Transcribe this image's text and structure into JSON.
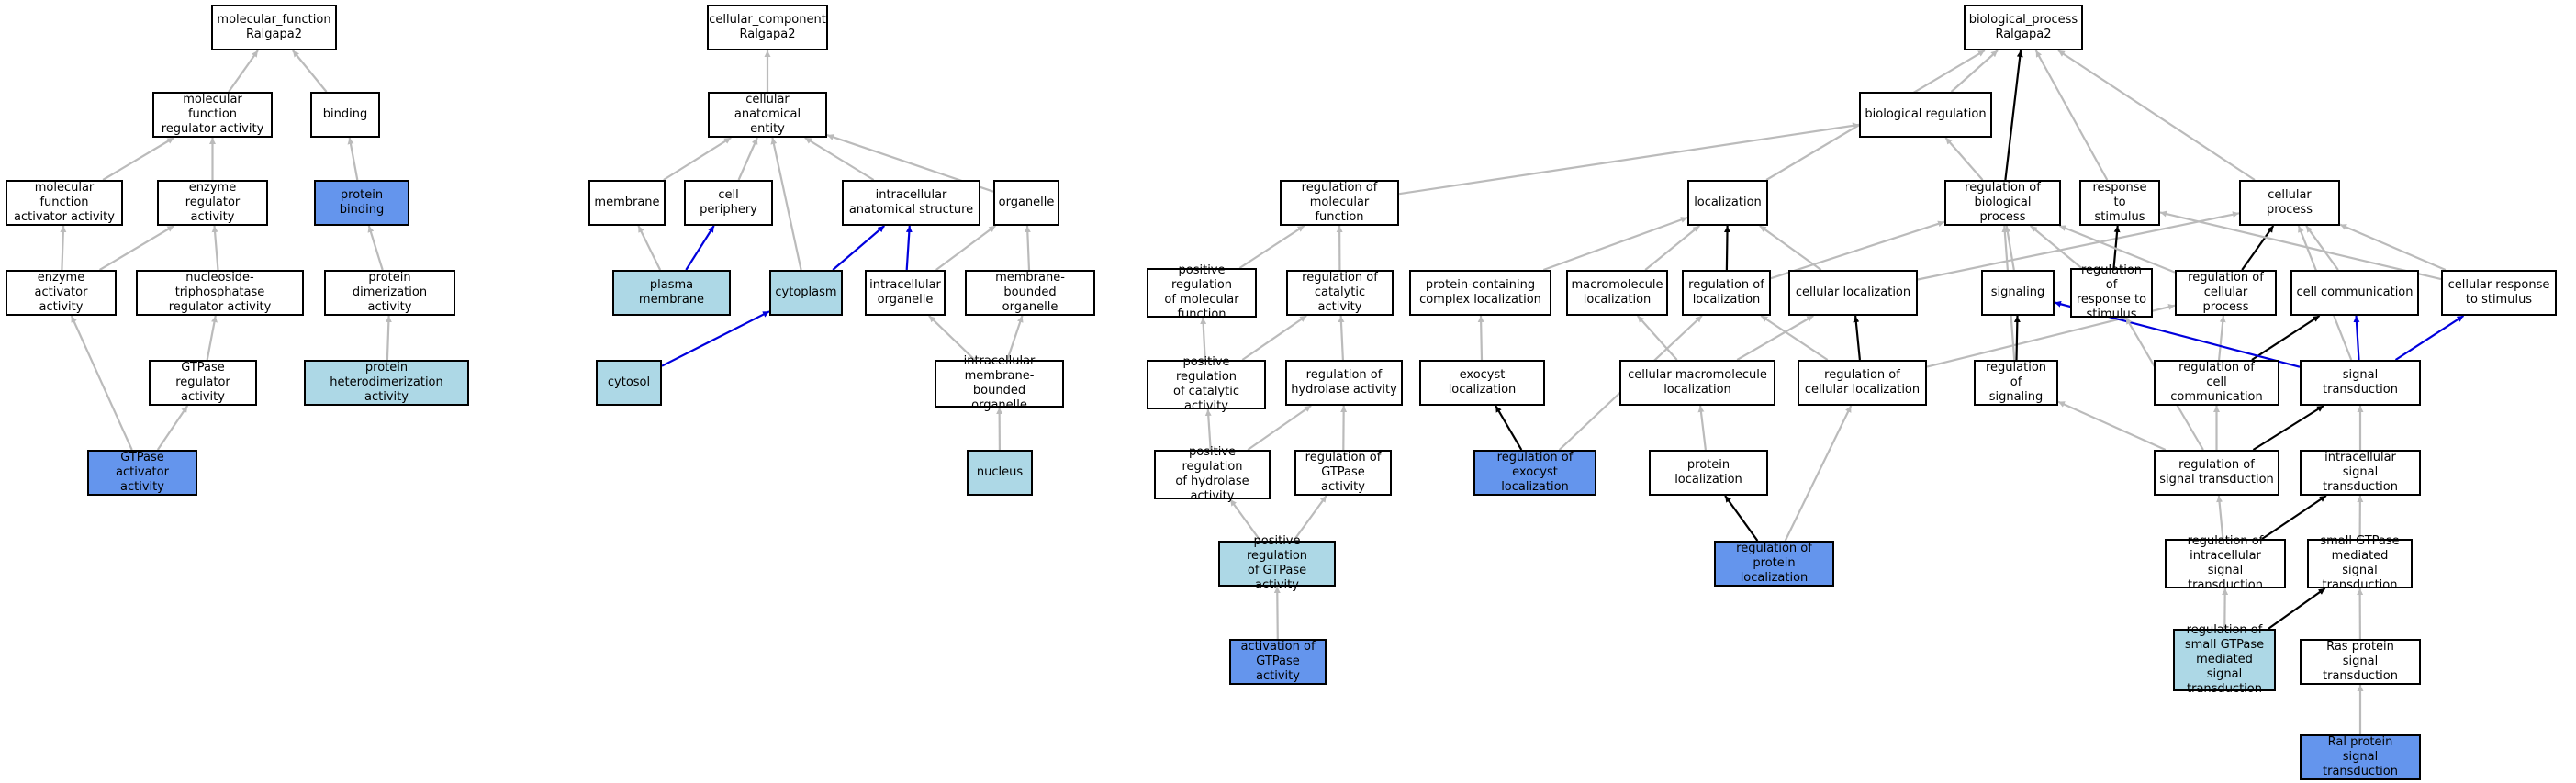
{
  "colors": {
    "white": "#ffffff",
    "dark": "#6495ed",
    "light": "#add8e6",
    "edge_gray": "#bbbbbb",
    "edge_black": "#000000",
    "edge_blue": "#0000dd"
  },
  "nodes": {
    "mf_root": {
      "label": "molecular_function\nRalgapa2",
      "fill": "white"
    },
    "mf_reg": {
      "label": "molecular function\nregulator activity",
      "fill": "white"
    },
    "binding": {
      "label": "binding",
      "fill": "white"
    },
    "mf_act": {
      "label": "molecular function\nactivator activity",
      "fill": "white"
    },
    "enz_reg": {
      "label": "enzyme regulator\nactivity",
      "fill": "white"
    },
    "prot_bind": {
      "label": "protein binding",
      "fill": "dark"
    },
    "enz_act": {
      "label": "enzyme activator\nactivity",
      "fill": "white"
    },
    "ntp_reg": {
      "label": "nucleoside-triphosphatase\nregulator activity",
      "fill": "white"
    },
    "prot_dimer": {
      "label": "protein dimerization\nactivity",
      "fill": "white"
    },
    "gtpase_reg": {
      "label": "GTPase regulator\nactivity",
      "fill": "white"
    },
    "prot_hetero": {
      "label": "protein heterodimerization\nactivity",
      "fill": "light"
    },
    "gtpase_act": {
      "label": "GTPase activator\nactivity",
      "fill": "dark"
    },
    "cc_root": {
      "label": "cellular_component\nRalgapa2",
      "fill": "white"
    },
    "cae": {
      "label": "cellular anatomical\nentity",
      "fill": "white"
    },
    "membrane": {
      "label": "membrane",
      "fill": "white"
    },
    "cell_periph": {
      "label": "cell periphery",
      "fill": "white"
    },
    "intra_anat": {
      "label": "intracellular\nanatomical structure",
      "fill": "white"
    },
    "organelle": {
      "label": "organelle",
      "fill": "white"
    },
    "plasma_mem": {
      "label": "plasma membrane",
      "fill": "light"
    },
    "cytoplasm": {
      "label": "cytoplasm",
      "fill": "light"
    },
    "intra_org": {
      "label": "intracellular\norganelle",
      "fill": "white"
    },
    "mem_org": {
      "label": "membrane-bounded\norganelle",
      "fill": "white"
    },
    "cytosol": {
      "label": "cytosol",
      "fill": "light"
    },
    "intra_mem_org": {
      "label": "intracellular\nmembrane-bounded\norganelle",
      "fill": "white"
    },
    "nucleus": {
      "label": "nucleus",
      "fill": "light"
    },
    "bp_root": {
      "label": "biological_process\nRalgapa2",
      "fill": "white"
    },
    "bio_reg": {
      "label": "biological regulation",
      "fill": "white"
    },
    "reg_mf": {
      "label": "regulation of\nmolecular function",
      "fill": "white"
    },
    "localization": {
      "label": "localization",
      "fill": "white"
    },
    "reg_bp": {
      "label": "regulation of\nbiological process",
      "fill": "white"
    },
    "resp_stim": {
      "label": "response to\nstimulus",
      "fill": "white"
    },
    "cell_proc": {
      "label": "cellular process",
      "fill": "white"
    },
    "pos_reg_mf": {
      "label": "positive regulation\nof molecular\nfunction",
      "fill": "white"
    },
    "reg_cat": {
      "label": "regulation of\ncatalytic activity",
      "fill": "white"
    },
    "prot_cx_loc": {
      "label": "protein-containing\ncomplex localization",
      "fill": "white"
    },
    "macro_loc": {
      "label": "macromolecule\nlocalization",
      "fill": "white"
    },
    "reg_loc": {
      "label": "regulation of\nlocalization",
      "fill": "white"
    },
    "cell_loc": {
      "label": "cellular localization",
      "fill": "white"
    },
    "signaling": {
      "label": "signaling",
      "fill": "white"
    },
    "reg_resp": {
      "label": "regulation of\nresponse to\nstimulus",
      "fill": "white"
    },
    "reg_cell_proc": {
      "label": "regulation of\ncellular process",
      "fill": "white"
    },
    "cell_comm": {
      "label": "cell communication",
      "fill": "white"
    },
    "cell_resp": {
      "label": "cellular response\nto stimulus",
      "fill": "white"
    },
    "pos_reg_cat": {
      "label": "positive regulation\nof catalytic\nactivity",
      "fill": "white"
    },
    "reg_hydro": {
      "label": "regulation of\nhydrolase activity",
      "fill": "white"
    },
    "exocyst_loc": {
      "label": "exocyst localization",
      "fill": "white"
    },
    "cell_macro_loc": {
      "label": "cellular macromolecule\nlocalization",
      "fill": "white"
    },
    "reg_cell_loc": {
      "label": "regulation of\ncellular localization",
      "fill": "white"
    },
    "reg_sig": {
      "label": "regulation of\nsignaling",
      "fill": "white"
    },
    "reg_cell_comm": {
      "label": "regulation of\ncell communication",
      "fill": "white"
    },
    "sig_trans": {
      "label": "signal transduction",
      "fill": "white"
    },
    "pos_reg_hydro": {
      "label": "positive regulation\nof hydrolase\nactivity",
      "fill": "white"
    },
    "reg_gtpase": {
      "label": "regulation of\nGTPase activity",
      "fill": "white"
    },
    "reg_exocyst": {
      "label": "regulation of\nexocyst localization",
      "fill": "dark"
    },
    "prot_loc": {
      "label": "protein localization",
      "fill": "white"
    },
    "reg_sig_trans": {
      "label": "regulation of\nsignal transduction",
      "fill": "white"
    },
    "intra_sig": {
      "label": "intracellular\nsignal transduction",
      "fill": "white"
    },
    "pos_reg_gtpase": {
      "label": "positive regulation\nof GTPase activity",
      "fill": "light"
    },
    "reg_prot_loc": {
      "label": "regulation of\nprotein localization",
      "fill": "dark"
    },
    "reg_intra_sig": {
      "label": "regulation of\nintracellular\nsignal transduction",
      "fill": "white"
    },
    "small_gtpase": {
      "label": "small GTPase\nmediated signal\ntransduction",
      "fill": "white"
    },
    "act_gtpase": {
      "label": "activation of\nGTPase activity",
      "fill": "dark"
    },
    "reg_small_gtpase": {
      "label": "regulation of\nsmall GTPase\nmediated signal\ntransduction",
      "fill": "light"
    },
    "ras_sig": {
      "label": "Ras protein\nsignal transduction",
      "fill": "white"
    },
    "ral_sig": {
      "label": "Ral protein\nsignal transduction",
      "fill": "dark"
    }
  },
  "edges": [
    {
      "from": "mf_reg",
      "to": "mf_root",
      "kind": "gray"
    },
    {
      "from": "binding",
      "to": "mf_root",
      "kind": "gray"
    },
    {
      "from": "mf_act",
      "to": "mf_reg",
      "kind": "gray"
    },
    {
      "from": "enz_reg",
      "to": "mf_reg",
      "kind": "gray"
    },
    {
      "from": "prot_bind",
      "to": "binding",
      "kind": "gray"
    },
    {
      "from": "enz_act",
      "to": "mf_act",
      "kind": "gray"
    },
    {
      "from": "enz_act",
      "to": "enz_reg",
      "kind": "gray"
    },
    {
      "from": "ntp_reg",
      "to": "enz_reg",
      "kind": "gray"
    },
    {
      "from": "prot_dimer",
      "to": "prot_bind",
      "kind": "gray"
    },
    {
      "from": "gtpase_reg",
      "to": "ntp_reg",
      "kind": "gray"
    },
    {
      "from": "prot_hetero",
      "to": "prot_dimer",
      "kind": "gray"
    },
    {
      "from": "gtpase_act",
      "to": "enz_act",
      "kind": "gray"
    },
    {
      "from": "gtpase_act",
      "to": "gtpase_reg",
      "kind": "gray"
    },
    {
      "from": "cae",
      "to": "cc_root",
      "kind": "gray"
    },
    {
      "from": "membrane",
      "to": "cae",
      "kind": "gray"
    },
    {
      "from": "cell_periph",
      "to": "cae",
      "kind": "gray"
    },
    {
      "from": "intra_anat",
      "to": "cae",
      "kind": "gray"
    },
    {
      "from": "organelle",
      "to": "cae",
      "kind": "gray"
    },
    {
      "from": "plasma_mem",
      "to": "membrane",
      "kind": "gray"
    },
    {
      "from": "plasma_mem",
      "to": "cell_periph",
      "kind": "blue"
    },
    {
      "from": "cytoplasm",
      "to": "cae",
      "kind": "gray"
    },
    {
      "from": "cytoplasm",
      "to": "intra_anat",
      "kind": "blue"
    },
    {
      "from": "intra_org",
      "to": "intra_anat",
      "kind": "blue"
    },
    {
      "from": "intra_org",
      "to": "organelle",
      "kind": "gray"
    },
    {
      "from": "mem_org",
      "to": "organelle",
      "kind": "gray"
    },
    {
      "from": "cytosol",
      "to": "cytoplasm",
      "kind": "blue"
    },
    {
      "from": "intra_mem_org",
      "to": "intra_org",
      "kind": "gray"
    },
    {
      "from": "intra_mem_org",
      "to": "mem_org",
      "kind": "gray"
    },
    {
      "from": "nucleus",
      "to": "intra_mem_org",
      "kind": "gray"
    },
    {
      "from": "bio_reg",
      "to": "bp_root",
      "kind": "gray"
    },
    {
      "from": "localization",
      "to": "bp_root",
      "kind": "gray"
    },
    {
      "from": "reg_bp",
      "to": "bp_root",
      "kind": "black"
    },
    {
      "from": "reg_bp",
      "to": "bio_reg",
      "kind": "gray"
    },
    {
      "from": "resp_stim",
      "to": "bp_root",
      "kind": "gray"
    },
    {
      "from": "cell_proc",
      "to": "bp_root",
      "kind": "gray"
    },
    {
      "from": "reg_mf",
      "to": "bio_reg",
      "kind": "gray"
    },
    {
      "from": "pos_reg_mf",
      "to": "reg_mf",
      "kind": "gray"
    },
    {
      "from": "reg_cat",
      "to": "reg_mf",
      "kind": "gray"
    },
    {
      "from": "pos_reg_cat",
      "to": "pos_reg_mf",
      "kind": "gray"
    },
    {
      "from": "pos_reg_cat",
      "to": "reg_cat",
      "kind": "gray"
    },
    {
      "from": "reg_hydro",
      "to": "reg_cat",
      "kind": "gray"
    },
    {
      "from": "pos_reg_hydro",
      "to": "pos_reg_cat",
      "kind": "gray"
    },
    {
      "from": "pos_reg_hydro",
      "to": "reg_hydro",
      "kind": "gray"
    },
    {
      "from": "reg_gtpase",
      "to": "reg_hydro",
      "kind": "gray"
    },
    {
      "from": "pos_reg_gtpase",
      "to": "pos_reg_hydro",
      "kind": "gray"
    },
    {
      "from": "pos_reg_gtpase",
      "to": "reg_gtpase",
      "kind": "gray"
    },
    {
      "from": "act_gtpase",
      "to": "pos_reg_gtpase",
      "kind": "gray"
    },
    {
      "from": "prot_cx_loc",
      "to": "localization",
      "kind": "gray"
    },
    {
      "from": "macro_loc",
      "to": "localization",
      "kind": "gray"
    },
    {
      "from": "reg_loc",
      "to": "localization",
      "kind": "black"
    },
    {
      "from": "reg_loc",
      "to": "reg_bp",
      "kind": "gray"
    },
    {
      "from": "cell_loc",
      "to": "localization",
      "kind": "gray"
    },
    {
      "from": "cell_loc",
      "to": "cell_proc",
      "kind": "gray"
    },
    {
      "from": "exocyst_loc",
      "to": "prot_cx_loc",
      "kind": "gray"
    },
    {
      "from": "reg_exocyst",
      "to": "exocyst_loc",
      "kind": "black"
    },
    {
      "from": "reg_exocyst",
      "to": "reg_loc",
      "kind": "gray"
    },
    {
      "from": "cell_macro_loc",
      "to": "macro_loc",
      "kind": "gray"
    },
    {
      "from": "cell_macro_loc",
      "to": "cell_loc",
      "kind": "gray"
    },
    {
      "from": "prot_loc",
      "to": "cell_macro_loc",
      "kind": "gray"
    },
    {
      "from": "reg_cell_loc",
      "to": "reg_loc",
      "kind": "gray"
    },
    {
      "from": "reg_cell_loc",
      "to": "cell_loc",
      "kind": "black"
    },
    {
      "from": "reg_cell_loc",
      "to": "reg_cell_proc",
      "kind": "gray"
    },
    {
      "from": "reg_prot_loc",
      "to": "prot_loc",
      "kind": "black"
    },
    {
      "from": "reg_prot_loc",
      "to": "reg_cell_loc",
      "kind": "gray"
    },
    {
      "from": "signaling",
      "to": "reg_bp",
      "kind": "gray"
    },
    {
      "from": "reg_resp",
      "to": "resp_stim",
      "kind": "black"
    },
    {
      "from": "reg_resp",
      "to": "reg_bp",
      "kind": "gray"
    },
    {
      "from": "reg_cell_proc",
      "to": "cell_proc",
      "kind": "black"
    },
    {
      "from": "reg_cell_proc",
      "to": "reg_bp",
      "kind": "gray"
    },
    {
      "from": "cell_comm",
      "to": "cell_proc",
      "kind": "gray"
    },
    {
      "from": "cell_resp",
      "to": "resp_stim",
      "kind": "gray"
    },
    {
      "from": "cell_resp",
      "to": "cell_proc",
      "kind": "gray"
    },
    {
      "from": "reg_sig",
      "to": "signaling",
      "kind": "black"
    },
    {
      "from": "reg_sig",
      "to": "reg_bp",
      "kind": "gray"
    },
    {
      "from": "reg_cell_comm",
      "to": "cell_comm",
      "kind": "black"
    },
    {
      "from": "reg_cell_comm",
      "to": "reg_cell_proc",
      "kind": "gray"
    },
    {
      "from": "sig_trans",
      "to": "signaling",
      "kind": "blue"
    },
    {
      "from": "sig_trans",
      "to": "cell_comm",
      "kind": "blue"
    },
    {
      "from": "sig_trans",
      "to": "cell_resp",
      "kind": "blue"
    },
    {
      "from": "sig_trans",
      "to": "cell_proc",
      "kind": "gray"
    },
    {
      "from": "reg_sig_trans",
      "to": "reg_sig",
      "kind": "gray"
    },
    {
      "from": "reg_sig_trans",
      "to": "reg_cell_comm",
      "kind": "gray"
    },
    {
      "from": "reg_sig_trans",
      "to": "sig_trans",
      "kind": "black"
    },
    {
      "from": "reg_sig_trans",
      "to": "reg_resp",
      "kind": "gray"
    },
    {
      "from": "intra_sig",
      "to": "sig_trans",
      "kind": "gray"
    },
    {
      "from": "reg_intra_sig",
      "to": "reg_sig_trans",
      "kind": "gray"
    },
    {
      "from": "reg_intra_sig",
      "to": "intra_sig",
      "kind": "black"
    },
    {
      "from": "small_gtpase",
      "to": "intra_sig",
      "kind": "gray"
    },
    {
      "from": "reg_small_gtpase",
      "to": "reg_intra_sig",
      "kind": "gray"
    },
    {
      "from": "reg_small_gtpase",
      "to": "small_gtpase",
      "kind": "black"
    },
    {
      "from": "ras_sig",
      "to": "small_gtpase",
      "kind": "gray"
    },
    {
      "from": "ral_sig",
      "to": "ras_sig",
      "kind": "gray"
    }
  ]
}
